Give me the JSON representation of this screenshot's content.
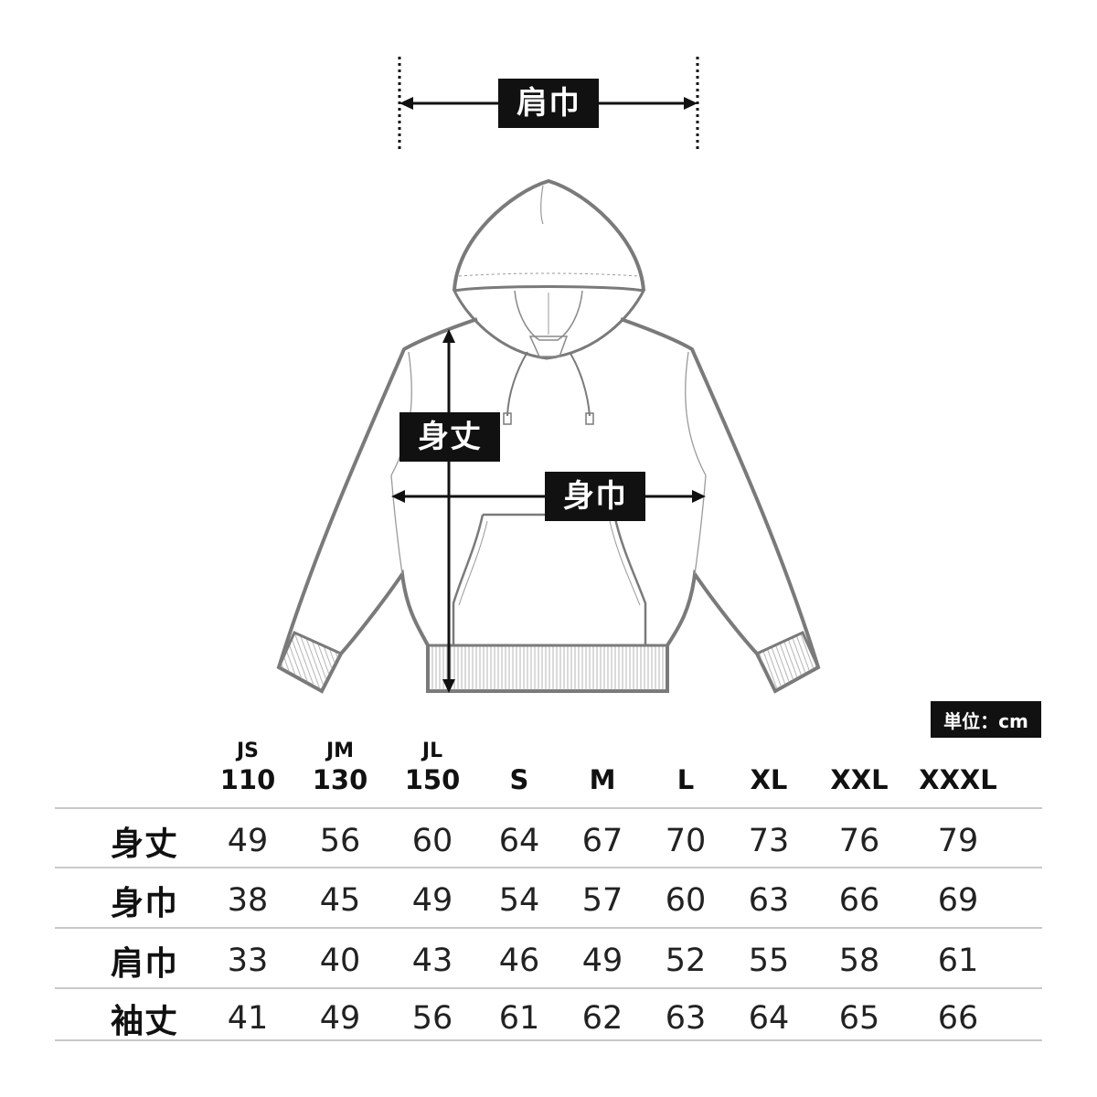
{
  "diagram": {
    "labels": {
      "shoulder": "肩巾",
      "length": "身丈",
      "body_width": "身巾"
    }
  },
  "unit": "単位：cm",
  "table": {
    "columns": [
      {
        "top": "JS",
        "bottom": "110"
      },
      {
        "top": "JM",
        "bottom": "130"
      },
      {
        "top": "JL",
        "bottom": "150"
      },
      {
        "top": "",
        "bottom": "S"
      },
      {
        "top": "",
        "bottom": "M"
      },
      {
        "top": "",
        "bottom": "L"
      },
      {
        "top": "",
        "bottom": "XL"
      },
      {
        "top": "",
        "bottom": "XXL"
      },
      {
        "top": "",
        "bottom": "XXXL"
      }
    ],
    "rows": [
      {
        "label": "身丈",
        "values": [
          "49",
          "56",
          "60",
          "64",
          "67",
          "70",
          "73",
          "76",
          "79"
        ]
      },
      {
        "label": "身巾",
        "values": [
          "38",
          "45",
          "49",
          "54",
          "57",
          "60",
          "63",
          "66",
          "69"
        ]
      },
      {
        "label": "肩巾",
        "values": [
          "33",
          "40",
          "43",
          "46",
          "49",
          "52",
          "55",
          "58",
          "61"
        ]
      },
      {
        "label": "袖丈",
        "values": [
          "41",
          "49",
          "56",
          "61",
          "62",
          "63",
          "64",
          "65",
          "66"
        ]
      }
    ]
  }
}
